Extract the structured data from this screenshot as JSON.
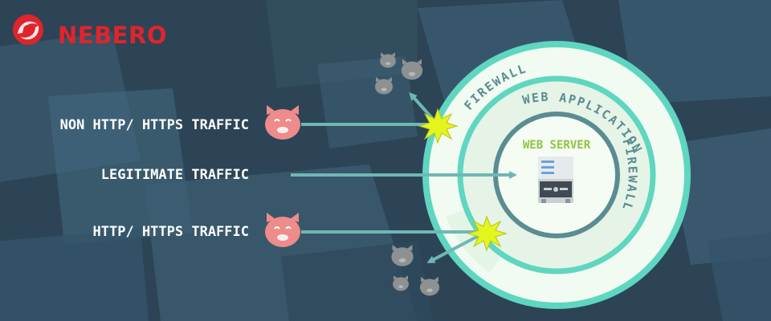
{
  "brand": {
    "name": "NEBERO"
  },
  "labels": {
    "non_http": "NON HTTP/ HTTPS TRAFFIC",
    "legitimate": "LEGITIMATE TRAFFIC",
    "http": "HTTP/ HTTPS TRAFFIC"
  },
  "rings": {
    "firewall": "FIREWALL",
    "waf_top": "WEB  APPLICATION",
    "waf_side": "FIREWALL",
    "server": "WEB SERVER"
  },
  "colors": {
    "background": "#2c4456",
    "brand_red": "#e0242b",
    "ring_teal": "#5fd6c0",
    "ring_dark": "#5b8c92",
    "ring_fill": "#f1fbf1",
    "arrow": "#6fb7b5",
    "server_green": "#8fc43f",
    "pig_pink": "#ee8b8b",
    "pig_grey": "#8d9192",
    "burst": "#e4f51e"
  },
  "icons": [
    "nebero-logo-icon",
    "pig-icon",
    "server-icon",
    "burst-icon"
  ]
}
